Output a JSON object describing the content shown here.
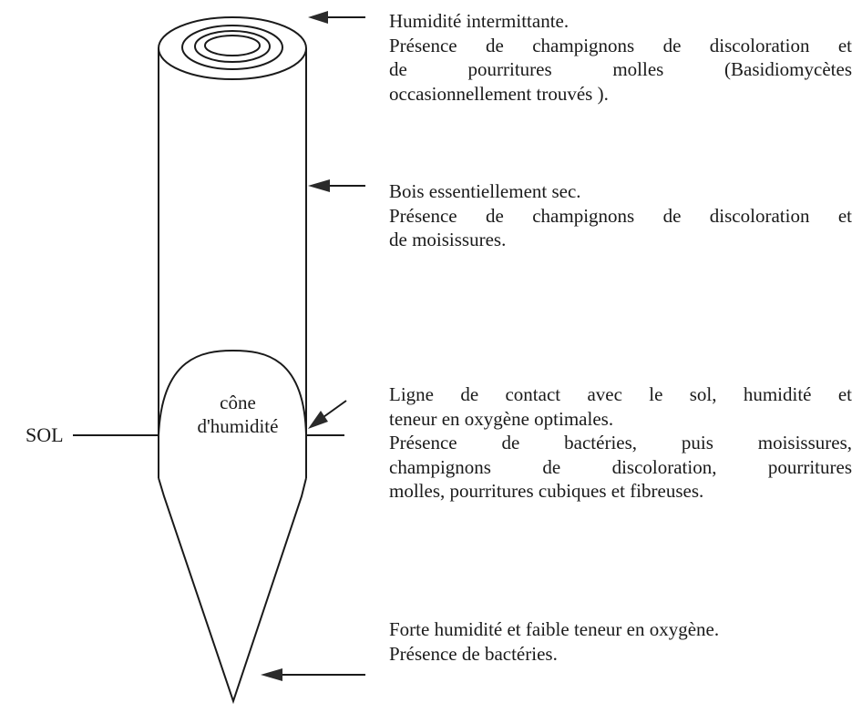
{
  "annotations": {
    "top": {
      "line1": "Humidité intermittante.",
      "line2": "Présence de champignons de discoloration et",
      "line3": "de pourritures molles (Basidiomycètes",
      "line4": "occasionnellement trouvés )."
    },
    "middle": {
      "line1": "Bois essentiellement sec.",
      "line2": "Présence de champignons de discoloration et",
      "line3": "de moisissures."
    },
    "soil_contact": {
      "line1": "Ligne de contact avec le sol, humidité et",
      "line2": "teneur en oxygène optimales.",
      "line3": "Présence de bactéries, puis moisissures,",
      "line4": "champignons de discoloration, pourritures",
      "line5": "molles, pourritures cubiques et fibreuses."
    },
    "bottom": {
      "line1": "Forte humidité et faible teneur en oxygène.",
      "line2": "Présence de bactéries."
    }
  },
  "labels": {
    "sol": "SOL",
    "cone_line1": "cône",
    "cone_line2": "d'humidité"
  },
  "colors": {
    "line": "#1a1a1a",
    "arrow": "#2a2a2a",
    "background": "#ffffff"
  }
}
